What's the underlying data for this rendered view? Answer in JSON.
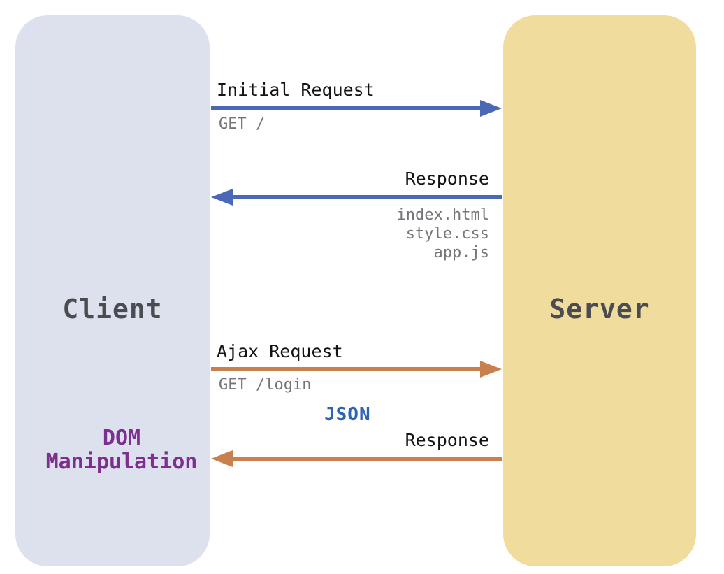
{
  "diagram": {
    "client": {
      "label": "Client"
    },
    "server": {
      "label": "Server"
    }
  },
  "arrows": {
    "initial_request": {
      "label": "Initial Request",
      "detail": "GET /",
      "direction": "client-to-server"
    },
    "initial_response": {
      "label": "Response",
      "files": [
        "index.html",
        "style.css",
        "app.js"
      ],
      "direction": "server-to-client"
    },
    "ajax_request": {
      "label": "Ajax Request",
      "detail": "GET /login",
      "direction": "client-to-server"
    },
    "ajax_response": {
      "label": "Response",
      "payload_type": "JSON",
      "direction": "server-to-client"
    }
  },
  "annotations": {
    "dom_manipulation": {
      "line1": "DOM",
      "line2": "Manipulation"
    }
  },
  "colors": {
    "client_box": "#dde1ee",
    "server_box": "#f0dd9e",
    "http_arrow": "#4a68b5",
    "ajax_arrow": "#c8804f",
    "json_text": "#2d62b5",
    "dom_text": "#7d2f8f",
    "detail_text": "#74747a",
    "entity_text": "#4b4b52"
  }
}
